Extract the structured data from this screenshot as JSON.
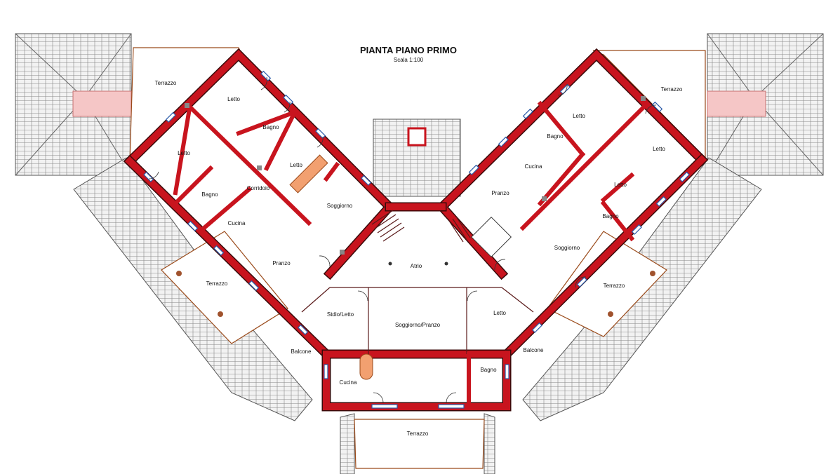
{
  "drawing": {
    "title": "PIANTA PIANO PRIMO",
    "scale": "Scala 1:100"
  },
  "rooms": {
    "terrazzo_nw": "Terrazzo",
    "letto_nw_1": "Letto",
    "letto_nw_2": "Letto",
    "bagno_nw_1": "Bagno",
    "letto_nw_3": "Letto",
    "corridoio": "Corridoio",
    "bagno_nw_2": "Bagno",
    "cucina_nw": "Cucina",
    "soggiorno_nw": "Soggiorno",
    "pranzo_nw": "Pranzo",
    "terrazzo_w": "Terrazzo",
    "atrio": "Atrio",
    "studio_letto": "Stdio/Letto",
    "soggiorno_pranzo": "Soggiorno/Pranzo",
    "letto_center": "Letto",
    "balcone_left": "Balcone",
    "balcone_right": "Balcone",
    "cucina_center": "Cucina",
    "bagno_center": "Bagno",
    "terrazzo_s": "Terrazzo",
    "terrazzo_ne": "Terrazzo",
    "letto_ne_1": "Letto",
    "bagno_ne_1": "Bagno",
    "letto_ne_2": "Letto",
    "cucina_ne": "Cucina",
    "letto_ne_3": "Letto",
    "pranzo_ne": "Pranzo",
    "bagno_ne_2": "Bagno",
    "soggiorno_ne": "Soggiorno",
    "terrazzo_e": "Terrazzo"
  }
}
